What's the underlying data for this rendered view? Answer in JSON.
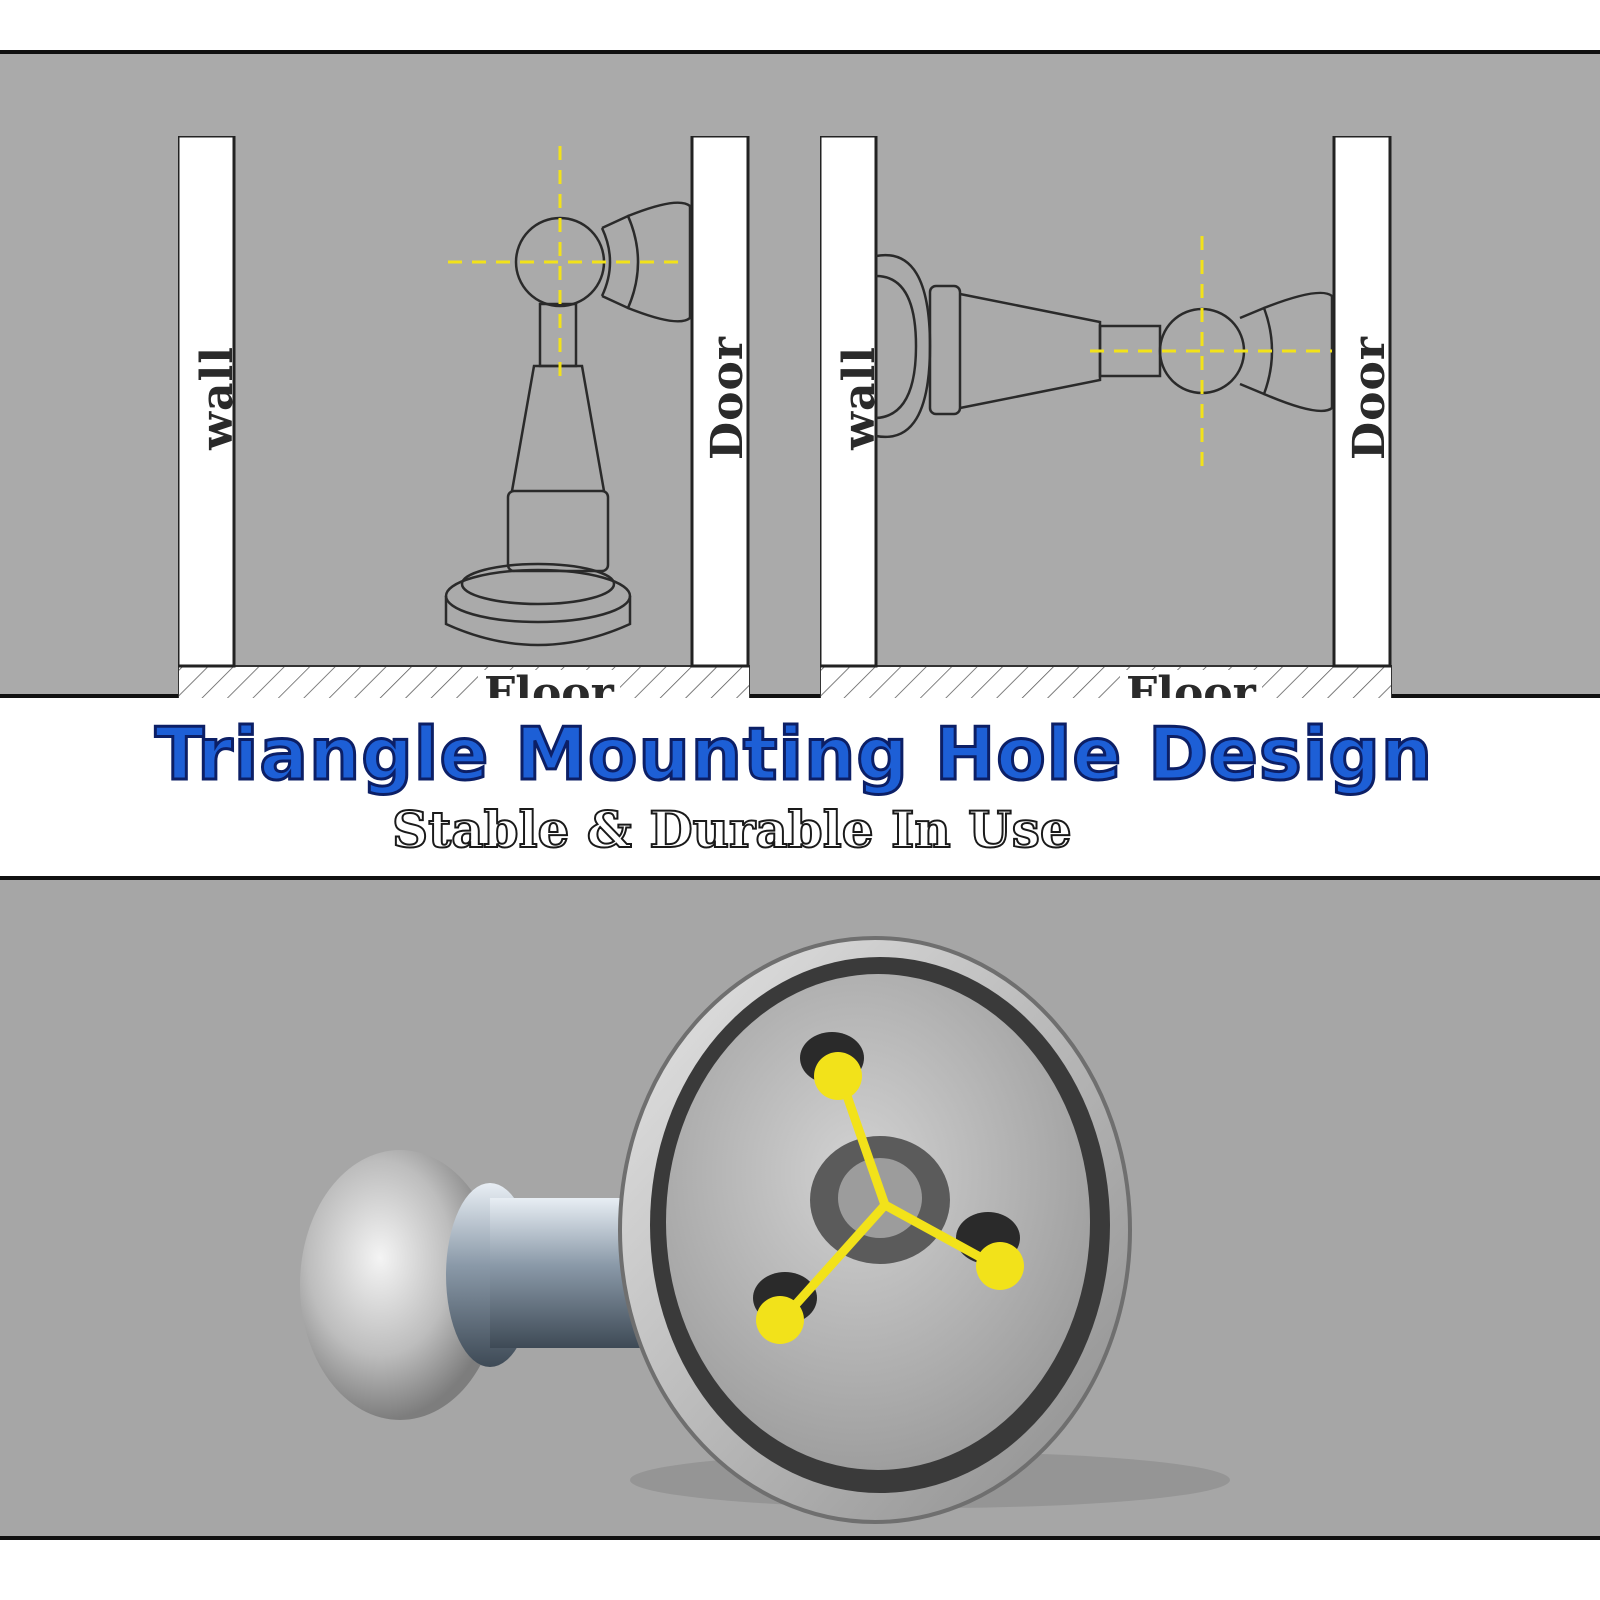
{
  "diagrams": [
    {
      "wall_label": "wall",
      "door_label": "Door",
      "floor_label": "Floor",
      "mount": "floor"
    },
    {
      "wall_label": "wall",
      "door_label": "Door",
      "floor_label": "Floor",
      "mount": "wall"
    }
  ],
  "headline": "Triangle Mounting Hole Design",
  "subline": "Stable & Durable In Use",
  "colors": {
    "panel_gray": "#aaaaaa",
    "headline_blue": "#1d5fd6",
    "guide_yellow": "#f2e21a",
    "line_dark": "#2a2a2a"
  },
  "icons": [
    "floor-door-stopper-drawing",
    "wall-door-stopper-drawing",
    "door-stopper-product-photo",
    "triangle-mount-indicator"
  ]
}
